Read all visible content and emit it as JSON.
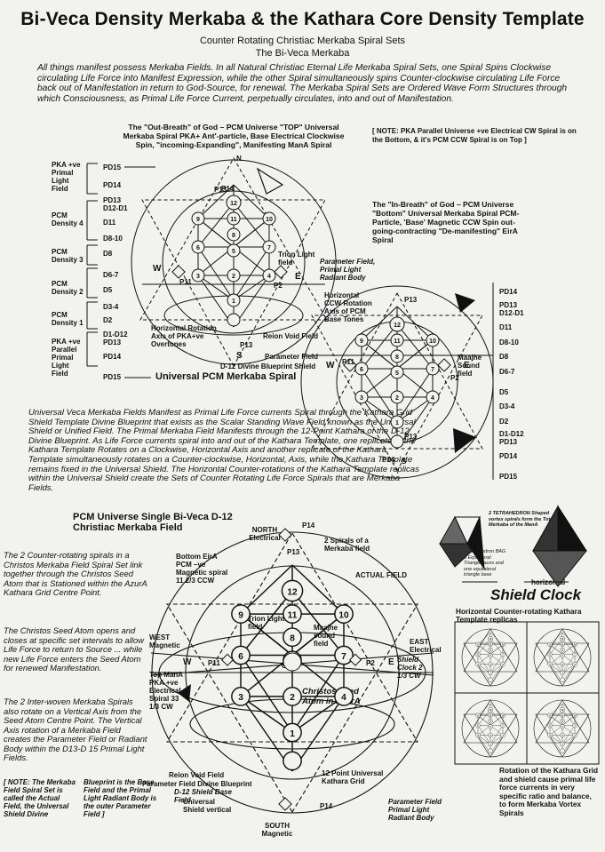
{
  "header": {
    "title": "Bi-Veca Density Merkaba & the Kathara Core Density Template",
    "subtitle1": "Counter Rotating Christiac Merkaba Spiral Sets",
    "subtitle2": "The Bi-Veca Merkaba"
  },
  "intro": "All things manifest possess Merkaba Fields. In all Natural Christiac Eternal Life Merkaba Spiral Sets, one Spiral Spins Clockwise circulating Life Force into Manifest Expression, while the other Spiral simultaneously spins Counter-clockwise circulating Life Force back out of Manifestation in return to God-Source, for renewal. The Merkaba Spiral Sets are Ordered Wave Form Structures through which Consciousness, as Primal Life Force Current, perpetually circulates, into and out of Manifestation.",
  "top_diagram": {
    "caption": "The \"Out-Breath\" of God – PCM Universe \"TOP\" Universal Merkaba Spiral PKA+ Ant'-particle, Base Electrical Clockwise Spin, \"incoming-Expanding\", Manifesting ManA Spiral",
    "note": "[ NOTE: PKA Parallel Universe +ve Electrical CW Spiral is on the Bottom, & it's PCM CCW Spiral is on Top ]",
    "left_groups": [
      "PKA +ve Primal Light Field",
      "PCM Density 4",
      "PCM Density 3",
      "PCM Density 2",
      "PCM Density 1",
      "PKA +ve Parallel Primal Light Field"
    ],
    "pd_labels": [
      "PD15",
      "PD14",
      "PD13",
      "D12-D1",
      "D11",
      "D8-10",
      "D8",
      "D6-7",
      "D5",
      "D3-4",
      "D2",
      "D1-D12",
      "PD13",
      "PD14",
      "PD15"
    ],
    "tree_labels": {
      "n": "N",
      "w": "W",
      "e": "E",
      "s": "S",
      "p14": "P14",
      "p13": "P13",
      "p13b": "P13",
      "p2": "P2",
      "p11": "P11"
    },
    "side_labels": {
      "trion": "Trion Light field",
      "horizontal": "Horizontal Rotation Axis of PKA+ve Overtones",
      "reion": "Reion Void Field",
      "parameter": "Parameter Field",
      "blueprint": "D-12 Divine Blueprint Shield"
    },
    "spiral_label": "Universal PCM Merkaba Spiral"
  },
  "right_diagram": {
    "caption": "The \"In-Breath\" of God – PCM Universe \"Bottom\" Universal Merkaba Spiral PCM-Particle, 'Base' Magnetic CCW Spin out-going-contracting \"De-manifesting\" EirA Spiral",
    "parameter": "Parameter Field, Primal Light Radiant Body",
    "horizontal": "Horizontal CCW Rotation Axis of PCM Base Tones",
    "maajhe": "Maajhe Sound field",
    "pd_labels": [
      "PD14",
      "PD13",
      "D12-D1",
      "D11",
      "D8-10",
      "D8",
      "D6-7",
      "D5",
      "D3-4",
      "D2",
      "D1-D12",
      "PD13",
      "PD14",
      "PD15"
    ]
  },
  "middle": "Universal Veca Merkaba Fields Manifest as Primal Life Force currents Spiral through the Kathara Grid Shield Template Divine Blueprint that exists as the Scalar Standing Wave Field known as the Universal Shield or Unified Field. The Primal Merkaba Field Manifests through the 12-Point Kathara of the D-12 Divine Blueprint. As Life Force currents spiral into and out of the Kathara Template, one replicate of the Kathara Template Rotates on a Clockwise, Horizontal Axis and another replicate of the Kathara Template simultaneously rotates on a Counter-clockwise, Horizontal, Axis, while the Kathara Template remains fixed in the Universal Shield. The Horizontal Counter-rotations of the Kathara Template replicas within the Universal Shield create the Sets of Counter Rotating Life Force Spirals that are Merkaba Fields.",
  "bottom": {
    "title": "PCM Universe Single Bi-Veca D-12 Christiac Merkaba Field",
    "left1": "The 2 Counter-rotating spirals in a Christos Merkaba Field Spiral Set link together through the Christos Seed Atom that is Stationed within the AzurA Kathara Grid Centre Point.",
    "left2": "The Christos Seed Atom opens and closes at specific set intervals to allow Life Force to return to Source ... while new Life Force enters the Seed Atom for renewed Manifestation.",
    "left3": "The 2 Inter-woven Merkaba Spirals also rotate on a Vertical Axis from the Seed Atom Centre Point. The Vertical Axis rotation of a Merkaba Field creates the Parameter Field or Radiant Body within the D13-D 15 Primal Light Fields.",
    "note1": "[ NOTE: The Merkaba Field Spiral Set is called the Actual Field, the Universal Shield Divine",
    "note2": "Blueprint is the Base Field and the Primal Light Radiant Body is the outer Parameter Field ]",
    "labels": {
      "north": "NORTH Electrical",
      "south": "SOUTH Magnetic",
      "p14": "P14",
      "p13": "P13",
      "p14b": "P14",
      "spirals": "2 Spirals of a Merkaba field",
      "actual": "ACTUAL FIELD",
      "eira": "Bottom EirA PCM –ve Magnetic spiral 11 2/3 CCW",
      "trion": "Trion Light field",
      "maajhe": "Maajhe sound field",
      "west": "WEST Magnetic",
      "east": "EAST Electrical",
      "w": "W",
      "e": "E",
      "p11": "P11",
      "p2": "P2",
      "csa": "CSA",
      "topmana": "Top ManA PKA +ve Electrical Spiral 33 1/3 CW",
      "shieldclock": "Shield Clock 2 1/3 CW",
      "christos": "Christos Seed Atom in AzurA",
      "reion": "Reion Void Field",
      "blueprint": "Parameter Field Divine Blueprint",
      "d12": "D-12 Shield Base Field",
      "vertical": "Universal Shield vertical",
      "twelve": "12 Point Universal Kathara Grid",
      "paramlight": "Parameter Field Primal Light Radiant Body"
    }
  },
  "shield_clock": {
    "tetra_note": "2 TETRAHEDRON Shaped vortex spirals form the Total Merkaba of the ManA",
    "base_note": "1 Tetrahedron BAG 3 Equilateral Triangle faces and one equilateral triangle base",
    "horizontal": "horizontal",
    "title": "Shield Clock",
    "subtitle": "Horizontal Counter-rotating Kathara Template replicas",
    "rotation": "Rotation of the Kathara Grid and shield cause primal life force currents in very specific ratio and balance, to form Merkaba Vortex Spirals"
  }
}
